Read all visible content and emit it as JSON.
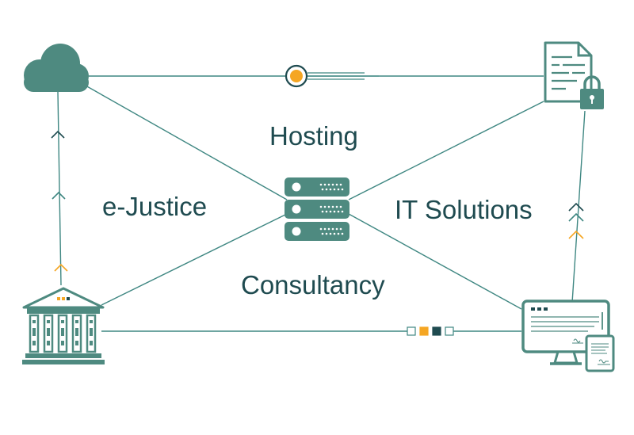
{
  "labels": {
    "hosting": "Hosting",
    "ejustice": "e-Justice",
    "it_solutions": "IT Solutions",
    "consultancy": "Consultancy"
  },
  "colors": {
    "line": "#3f8782",
    "icon_fill": "#4e8a80",
    "dark": "#1f4b50",
    "accent": "#f5a623",
    "text": "#1f4b50",
    "background": "#ffffff"
  },
  "icons": {
    "top_left": "cloud-icon",
    "top_right": "locked-document-icon",
    "center": "server-stack-icon",
    "bottom_left": "courthouse-icon",
    "bottom_right": "monitor-and-document-icon"
  }
}
